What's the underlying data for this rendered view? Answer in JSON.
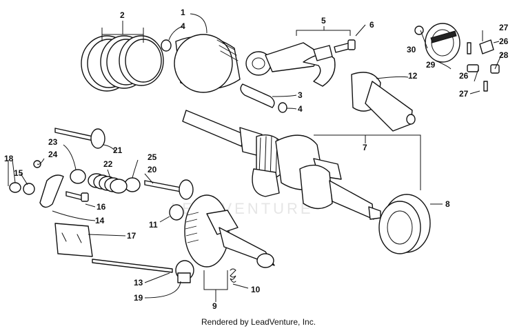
{
  "callouts": [
    "1",
    "2",
    "3",
    "4",
    "4",
    "5",
    "6",
    "7",
    "8",
    "9",
    "10",
    "11",
    "12",
    "13",
    "14",
    "15",
    "16",
    "17",
    "18",
    "19",
    "20",
    "21",
    "22",
    "23",
    "24",
    "25",
    "26",
    "26",
    "27",
    "27",
    "28",
    "29",
    "30"
  ],
  "watermark": "LEADVENTURE",
  "footer": "Rendered by LeadVenture, Inc."
}
